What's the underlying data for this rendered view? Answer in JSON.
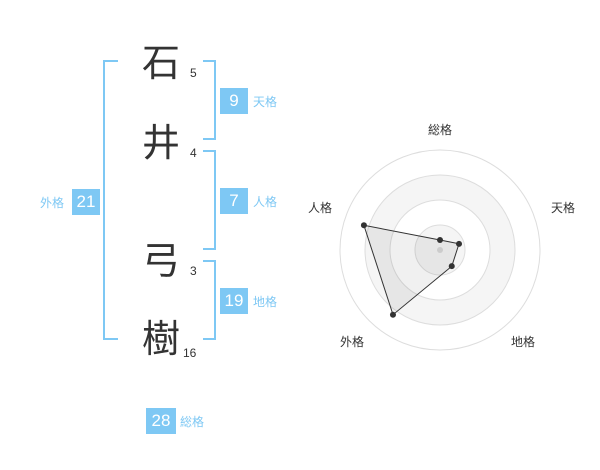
{
  "name": {
    "characters": [
      {
        "char": "石",
        "strokes": "5"
      },
      {
        "char": "井",
        "strokes": "4"
      },
      {
        "char": "弓",
        "strokes": "3"
      },
      {
        "char": "樹",
        "strokes": "16"
      }
    ]
  },
  "fortune": {
    "tenkaku": {
      "value": "9",
      "label": "天格"
    },
    "jinkaku": {
      "value": "7",
      "label": "人格"
    },
    "chikaku": {
      "value": "19",
      "label": "地格"
    },
    "gaikaku": {
      "value": "21",
      "label": "外格"
    },
    "soukaku": {
      "value": "28",
      "label": "総格"
    }
  },
  "radar": {
    "axes": [
      "総格",
      "天格",
      "地格",
      "外格",
      "人格"
    ],
    "values": [
      0.1,
      0.2,
      0.2,
      0.8,
      0.8
    ],
    "rings": 4,
    "accent_color": "#7ec8f4"
  }
}
